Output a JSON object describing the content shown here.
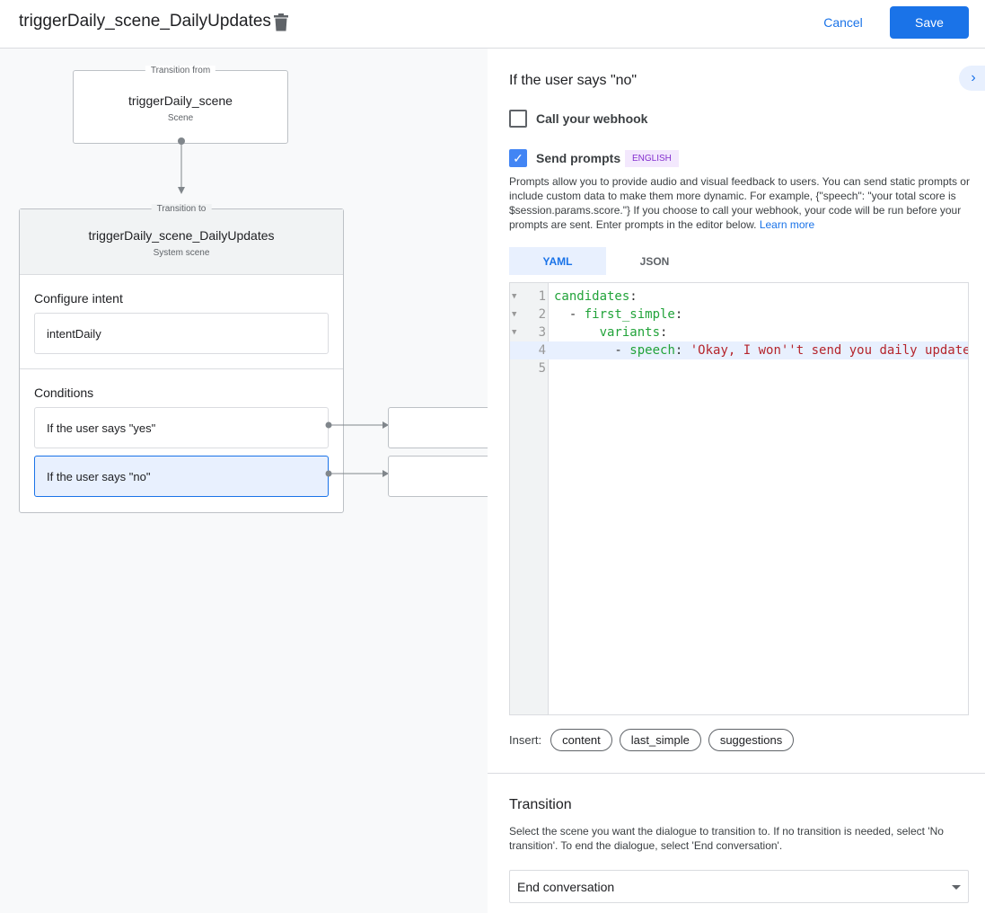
{
  "header": {
    "title": "triggerDaily_scene_DailyUpdates",
    "cancel_label": "Cancel",
    "save_label": "Save"
  },
  "canvas": {
    "from": {
      "caption": "Transition from",
      "name": "triggerDaily_scene",
      "type": "Scene"
    },
    "to": {
      "caption": "Transition to",
      "name": "triggerDaily_scene_DailyUpdates",
      "type": "System scene"
    },
    "intent": {
      "label": "Configure intent",
      "value": "intentDaily"
    },
    "conditions": {
      "label": "Conditions",
      "items": [
        {
          "label": "If the user says \"yes\"",
          "selected": false
        },
        {
          "label": "If the user says \"no\"",
          "selected": true
        }
      ]
    }
  },
  "panel": {
    "title": "If the user says \"no\"",
    "webhook": {
      "label": "Call your webhook",
      "checked": false
    },
    "prompts": {
      "label": "Send prompts",
      "checked": true,
      "badge": "ENGLISH",
      "description": "Prompts allow you to provide audio and visual feedback to users. You can send static prompts or include custom data to make them more dynamic. For example, {\"speech\": \"your total score is $session.params.score.\"} If you choose to call your webhook, your code will be run before your prompts are sent. Enter prompts in the editor below.",
      "learn_more": "Learn more"
    },
    "tabs": [
      {
        "label": "YAML",
        "active": true
      },
      {
        "label": "JSON",
        "active": false
      }
    ],
    "editor": {
      "line_numbers": [
        "1",
        "2",
        "3",
        "4",
        "5"
      ],
      "lines": [
        [
          {
            "t": "candidates",
            "c": "key"
          },
          {
            "t": ":",
            "c": "p"
          }
        ],
        [
          {
            "t": "  - ",
            "c": "p"
          },
          {
            "t": "first_simple",
            "c": "key"
          },
          {
            "t": ":",
            "c": "p"
          }
        ],
        [
          {
            "t": "      ",
            "c": "p"
          },
          {
            "t": "variants",
            "c": "key"
          },
          {
            "t": ":",
            "c": "p"
          }
        ],
        [
          {
            "t": "        - ",
            "c": "p"
          },
          {
            "t": "speech",
            "c": "key"
          },
          {
            "t": ": ",
            "c": "p"
          },
          {
            "t": "'Okay, I won''t send you daily update",
            "c": "str"
          }
        ],
        []
      ]
    },
    "insert": {
      "label": "Insert:",
      "chips": [
        "content",
        "last_simple",
        "suggestions"
      ]
    },
    "transition": {
      "title": "Transition",
      "description": "Select the scene you want the dialogue to transition to. If no transition is needed, select 'No transition'. To end the dialogue, select 'End conversation'.",
      "selected": "End conversation"
    }
  },
  "colors": {
    "accent": "#1a73e8",
    "selected_bg": "#e8f0fe",
    "key": "#22a33a",
    "string": "#b5252c",
    "badge_bg": "#f3e8fd",
    "badge_text": "#8430ce"
  }
}
